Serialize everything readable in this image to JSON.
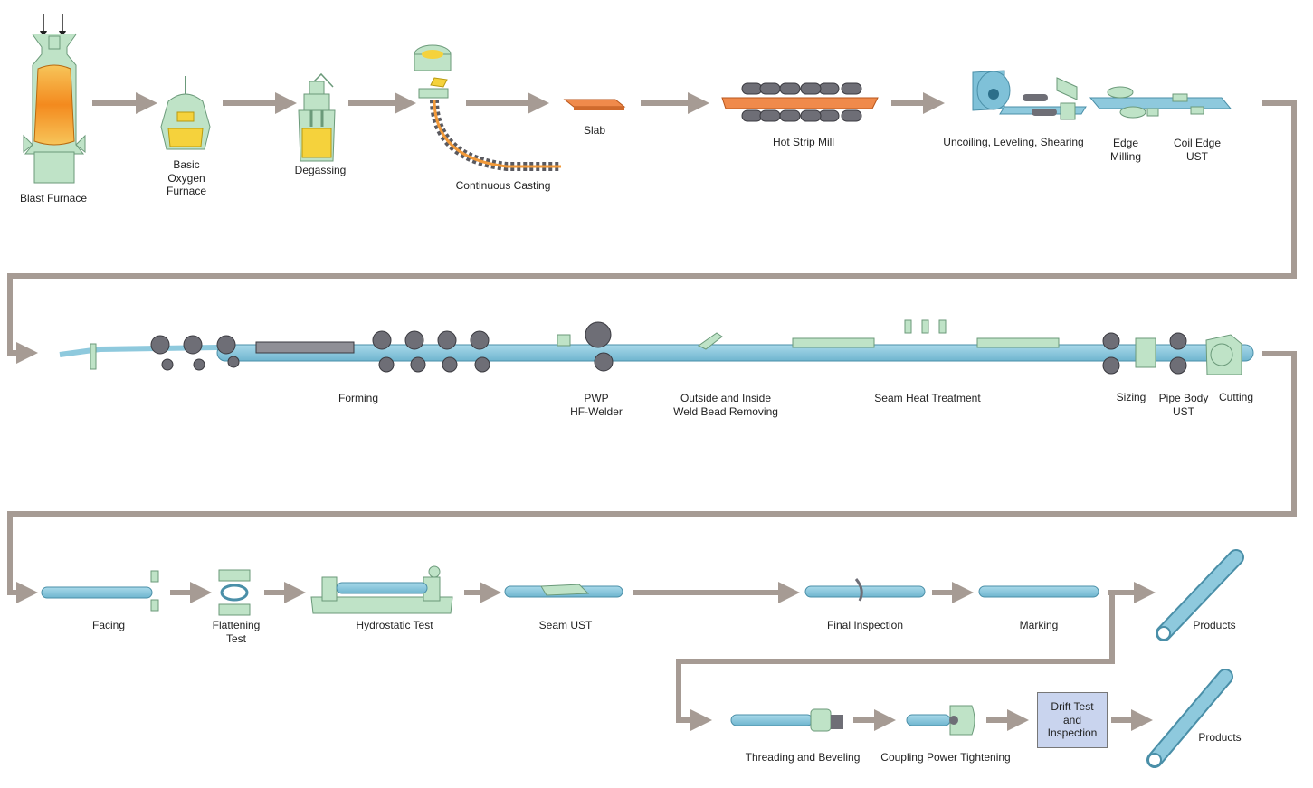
{
  "title": "Steel pipe manufacturing process flow",
  "colors": {
    "arrow": "#a69b94",
    "pipe": "#8ec9dd",
    "pipe_dark": "#4a8fa8",
    "machine": "#bfe3c7",
    "machine_dark": "#6b9a7a",
    "roller": "#6e6e76",
    "slab": "#f08a4b",
    "molten": "#f5d23c",
    "furnace": "#f39a2a",
    "box": "#c9d4ee"
  },
  "row1": [
    {
      "id": "blast-furnace",
      "label": "Blast Furnace"
    },
    {
      "id": "basic-oxygen-furnace",
      "label": "Basic\nOxygen\nFurnace"
    },
    {
      "id": "degassing",
      "label": "Degassing"
    },
    {
      "id": "continuous-casting",
      "label": "Continuous Casting"
    },
    {
      "id": "slab",
      "label": "Slab"
    },
    {
      "id": "hot-strip-mill",
      "label": "Hot Strip Mill"
    },
    {
      "id": "uncoiling",
      "label": "Uncoiling, Leveling, Shearing"
    },
    {
      "id": "edge-milling",
      "label": "Edge\nMilling"
    },
    {
      "id": "coil-edge-ust",
      "label": "Coil Edge\nUST"
    }
  ],
  "row2": [
    {
      "id": "forming",
      "label": "Forming"
    },
    {
      "id": "pwp-hf-welder",
      "label": "PWP\nHF-Welder"
    },
    {
      "id": "weld-bead-removing",
      "label": "Outside and Inside\nWeld Bead Removing"
    },
    {
      "id": "seam-heat-treatment",
      "label": "Seam Heat Treatment"
    },
    {
      "id": "sizing",
      "label": "Sizing"
    },
    {
      "id": "pipe-body-ust",
      "label": "Pipe Body\nUST"
    },
    {
      "id": "cutting",
      "label": "Cutting"
    }
  ],
  "row3": [
    {
      "id": "facing",
      "label": "Facing"
    },
    {
      "id": "flattening-test",
      "label": "Flattening\nTest"
    },
    {
      "id": "hydrostatic-test",
      "label": "Hydrostatic Test"
    },
    {
      "id": "seam-ust",
      "label": "Seam UST"
    },
    {
      "id": "final-inspection",
      "label": "Final Inspection"
    },
    {
      "id": "marking",
      "label": "Marking"
    },
    {
      "id": "products-1",
      "label": "Products"
    }
  ],
  "row4": [
    {
      "id": "threading-beveling",
      "label": "Threading and Beveling"
    },
    {
      "id": "coupling-power-tightening",
      "label": "Coupling Power Tightening"
    },
    {
      "id": "drift-test",
      "label": "Drift Test\nand\nInspection"
    },
    {
      "id": "products-2",
      "label": "Products"
    }
  ]
}
